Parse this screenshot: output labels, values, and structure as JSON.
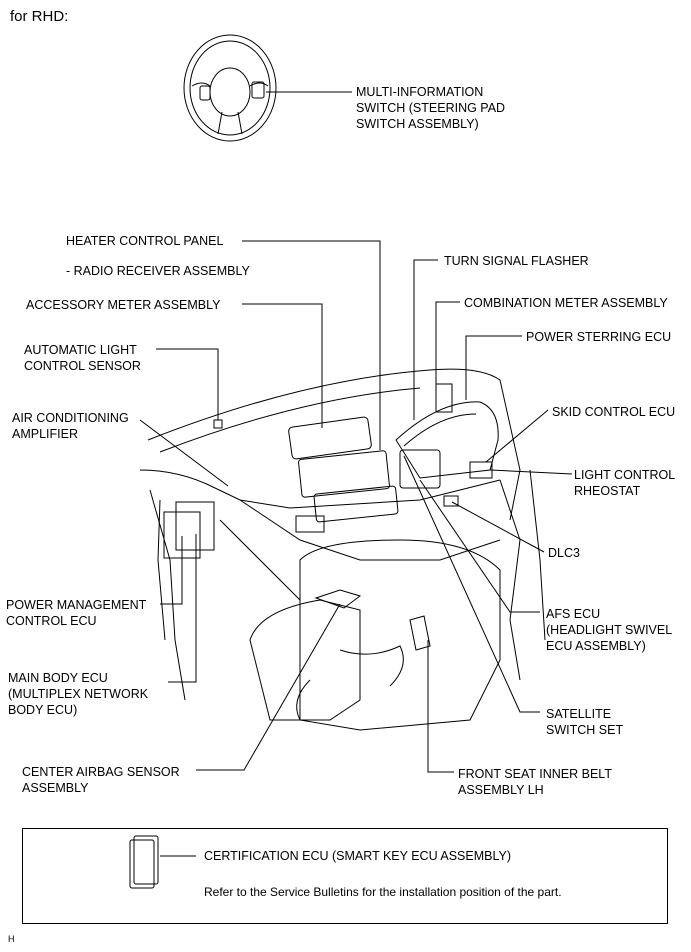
{
  "header": "for RHD:",
  "labels": {
    "multi_info": "MULTI-INFORMATION\nSWITCH (STEERING PAD\nSWITCH ASSEMBLY)",
    "heater_panel": "HEATER CONTROL PANEL",
    "radio": "- RADIO RECEIVER ASSEMBLY",
    "accessory_meter": "ACCESSORY METER ASSEMBLY",
    "auto_light": "AUTOMATIC LIGHT\nCONTROL SENSOR",
    "ac_amp": "AIR CONDITIONING\nAMPLIFIER",
    "power_mgmt": "POWER MANAGEMENT\nCONTROL ECU",
    "main_body": "MAIN BODY ECU\n(MULTIPLEX NETWORK\nBODY ECU)",
    "airbag": "CENTER AIRBAG SENSOR\nASSEMBLY",
    "turn_signal": "TURN SIGNAL FLASHER",
    "combo_meter": "COMBINATION METER ASSEMBLY",
    "power_steering": "POWER STERRING ECU",
    "skid": "SKID CONTROL ECU",
    "light_rheostat": "LIGHT CONTROL\nRHEOSTAT",
    "dlc3": "DLC3",
    "afs": "AFS ECU\n(HEADLIGHT SWIVEL\nECU ASSEMBLY)",
    "satellite": "SATELLITE\nSWITCH SET",
    "seat_belt": "FRONT SEAT INNER BELT\nASSEMBLY LH"
  },
  "note": {
    "certification": "CERTIFICATION ECU (SMART KEY ECU ASSEMBLY)",
    "refer": "Refer to the Service Bulletins for the installation position of the part."
  },
  "footer_code": "H"
}
